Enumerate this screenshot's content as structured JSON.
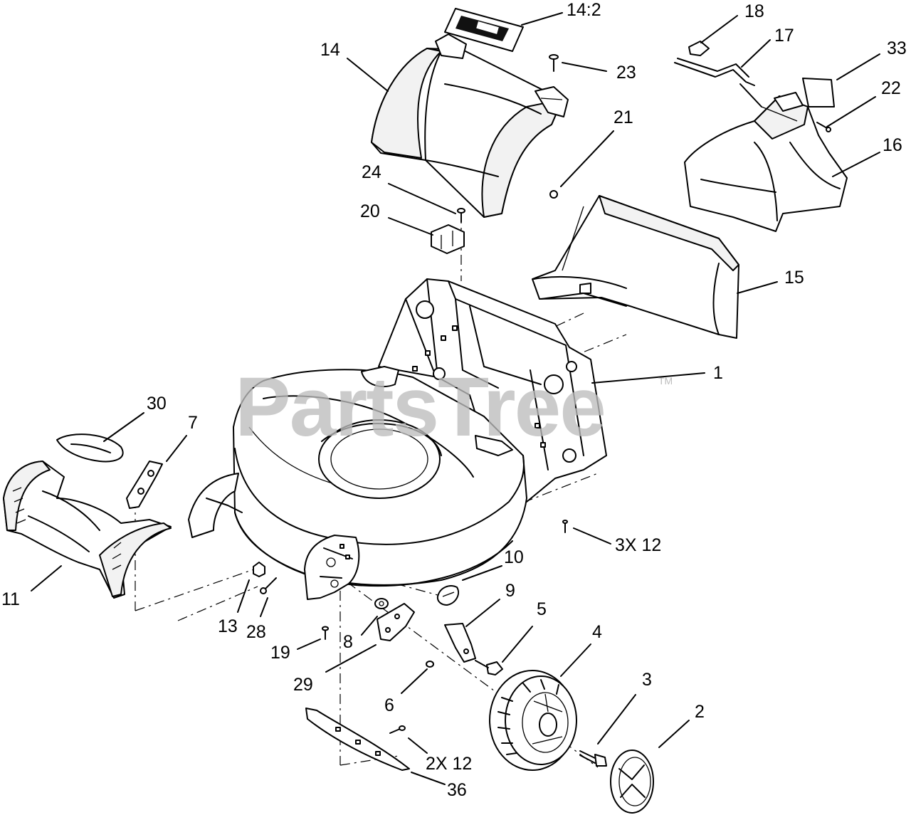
{
  "watermark": {
    "text": "PartsTree",
    "trademark": "TM"
  },
  "callouts": [
    {
      "id": "c-14-2",
      "text": "14:2"
    },
    {
      "id": "c-14",
      "text": "14"
    },
    {
      "id": "c-18",
      "text": "18"
    },
    {
      "id": "c-17",
      "text": "17"
    },
    {
      "id": "c-33",
      "text": "33"
    },
    {
      "id": "c-23",
      "text": "23"
    },
    {
      "id": "c-22",
      "text": "22"
    },
    {
      "id": "c-21",
      "text": "21"
    },
    {
      "id": "c-16",
      "text": "16"
    },
    {
      "id": "c-24",
      "text": "24"
    },
    {
      "id": "c-20",
      "text": "20"
    },
    {
      "id": "c-15",
      "text": "15"
    },
    {
      "id": "c-1",
      "text": "1"
    },
    {
      "id": "c-30",
      "text": "30"
    },
    {
      "id": "c-7",
      "text": "7"
    },
    {
      "id": "c-3x12",
      "text": "3X 12"
    },
    {
      "id": "c-10",
      "text": "10"
    },
    {
      "id": "c-11",
      "text": "11"
    },
    {
      "id": "c-9",
      "text": "9"
    },
    {
      "id": "c-5",
      "text": "5"
    },
    {
      "id": "c-13",
      "text": "13"
    },
    {
      "id": "c-28",
      "text": "28"
    },
    {
      "id": "c-4",
      "text": "4"
    },
    {
      "id": "c-19",
      "text": "19"
    },
    {
      "id": "c-8",
      "text": "8"
    },
    {
      "id": "c-3",
      "text": "3"
    },
    {
      "id": "c-29",
      "text": "29"
    },
    {
      "id": "c-2",
      "text": "2"
    },
    {
      "id": "c-6",
      "text": "6"
    },
    {
      "id": "c-2x12",
      "text": "2X 12"
    },
    {
      "id": "c-36",
      "text": "36"
    }
  ]
}
